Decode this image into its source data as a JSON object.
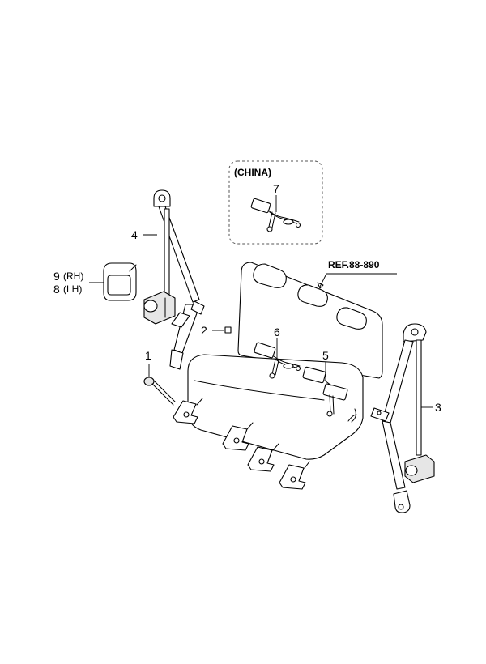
{
  "inset": {
    "title": "(CHINA)"
  },
  "ref_label": "REF.88-890",
  "callouts": {
    "c1": "1",
    "c2": "2",
    "c3": "3",
    "c4": "4",
    "c5": "5",
    "c6": "6",
    "c7": "7",
    "c9_num": "9",
    "c9_side": "(RH)",
    "c8_num": "8",
    "c8_side": "(LH)"
  }
}
